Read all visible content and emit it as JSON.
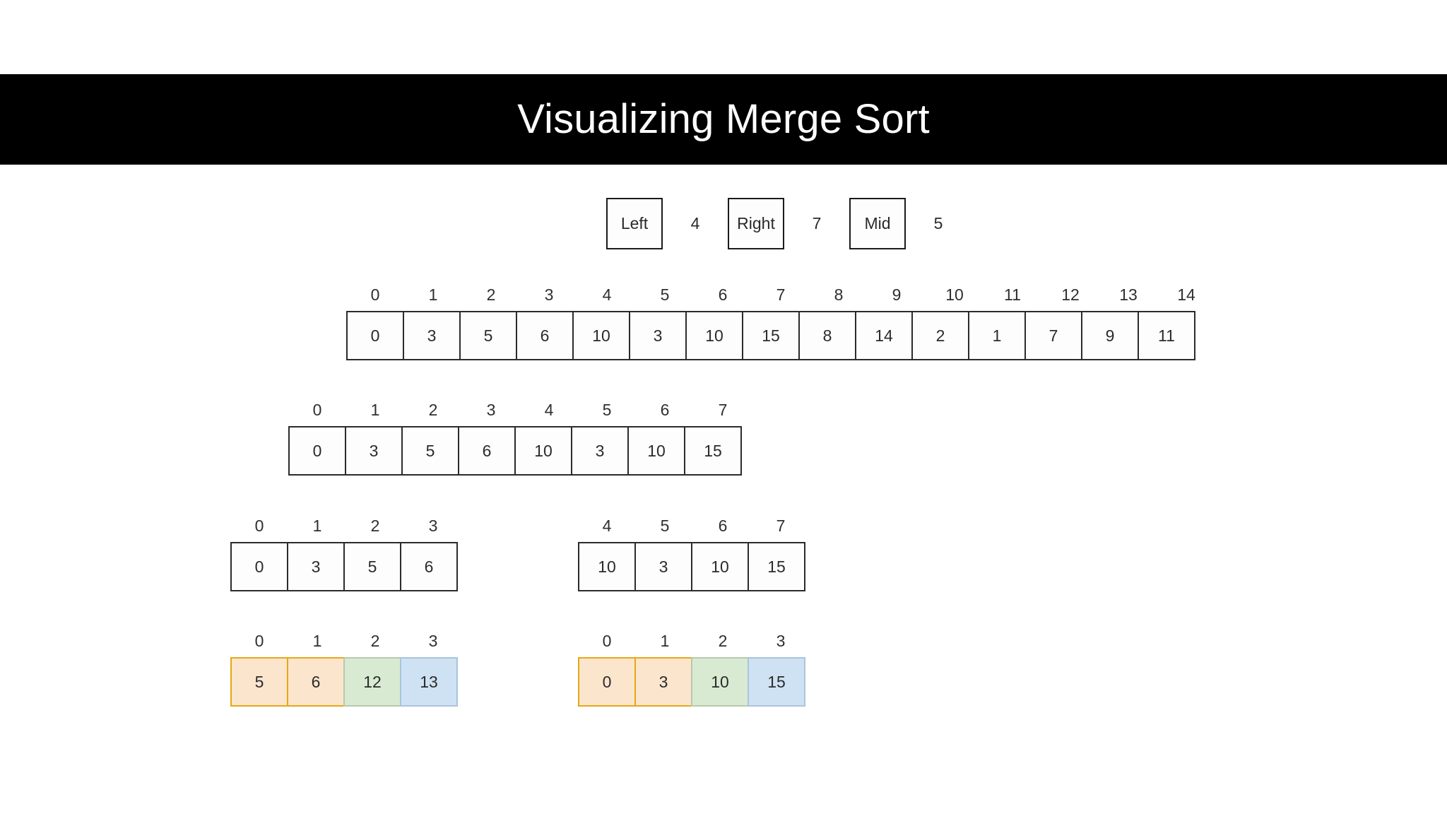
{
  "title": "Visualizing Merge Sort",
  "pointers": [
    {
      "name": "left",
      "label": "Left",
      "value": "4"
    },
    {
      "name": "right",
      "label": "Right",
      "value": "7"
    },
    {
      "name": "mid",
      "label": "Mid",
      "value": "5"
    }
  ],
  "colors": {
    "title_bar_background": "#000000",
    "title_text": "#ffffff",
    "cell_border": "#2b2b2b",
    "cell_background": "#fdfdfd",
    "orange_fill": "#fce5cd",
    "orange_border": "#e6a817",
    "green_fill": "#d9ead3",
    "green_border": "#b7c9ad",
    "blue_fill": "#cfe2f3",
    "blue_border": "#a9c4dd"
  },
  "rows": [
    {
      "name": "full-array",
      "indices": [
        "0",
        "1",
        "2",
        "3",
        "4",
        "5",
        "6",
        "7",
        "8",
        "9",
        "10",
        "11",
        "12",
        "13",
        "14"
      ],
      "values": [
        "0",
        "3",
        "5",
        "6",
        "10",
        "3",
        "10",
        "15",
        "8",
        "14",
        "2",
        "1",
        "7",
        "9",
        "11"
      ],
      "fills": [
        "none",
        "none",
        "none",
        "none",
        "none",
        "none",
        "none",
        "none",
        "none",
        "none",
        "none",
        "none",
        "none",
        "none",
        "none"
      ]
    },
    {
      "name": "left-half-8",
      "indices": [
        "0",
        "1",
        "2",
        "3",
        "4",
        "5",
        "6",
        "7"
      ],
      "values": [
        "0",
        "3",
        "5",
        "6",
        "10",
        "3",
        "10",
        "15"
      ],
      "fills": [
        "none",
        "none",
        "none",
        "none",
        "none",
        "none",
        "none",
        "none"
      ]
    },
    {
      "name": "left-quarter-unsorted",
      "indices": [
        "0",
        "1",
        "2",
        "3"
      ],
      "values": [
        "0",
        "3",
        "5",
        "6"
      ],
      "fills": [
        "none",
        "none",
        "none",
        "none"
      ]
    },
    {
      "name": "right-quarter-unsorted",
      "indices": [
        "4",
        "5",
        "6",
        "7"
      ],
      "values": [
        "10",
        "3",
        "10",
        "15"
      ],
      "fills": [
        "none",
        "none",
        "none",
        "none"
      ]
    },
    {
      "name": "left-merge-buffer",
      "indices": [
        "0",
        "1",
        "2",
        "3"
      ],
      "values": [
        "5",
        "6",
        "12",
        "13"
      ],
      "fills": [
        "orange",
        "orange",
        "green",
        "blue"
      ]
    },
    {
      "name": "right-merge-buffer",
      "indices": [
        "0",
        "1",
        "2",
        "3"
      ],
      "values": [
        "0",
        "3",
        "10",
        "15"
      ],
      "fills": [
        "orange",
        "orange",
        "green",
        "blue"
      ]
    }
  ]
}
